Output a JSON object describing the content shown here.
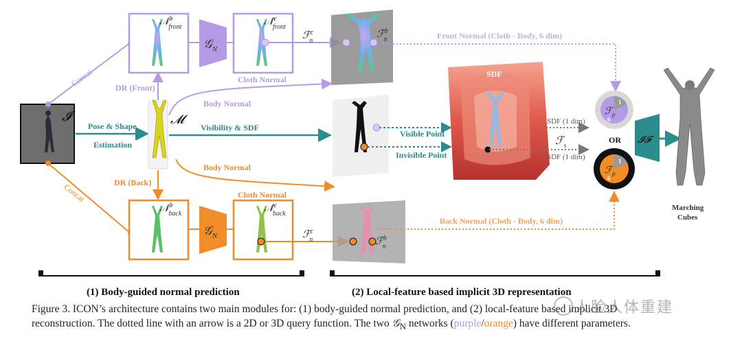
{
  "colors": {
    "purple": "#b59ae6",
    "orange": "#f28c28",
    "teal": "#2a8c8c",
    "gray": "#888888"
  },
  "labels": {
    "input_image": "𝓘",
    "mesh": "𝓜",
    "concat_top": "Concat",
    "concat_bottom": "Concat",
    "pose_shape": "Pose & Shape",
    "estimation": "Estimation",
    "dr_front": "DR (Front)",
    "dr_back": "DR (Back)",
    "body_normal_top": "Body Normal",
    "body_normal_bottom": "Body Normal",
    "visibility_sdf": "Visibility & SDF",
    "n_front_b": "𝒩",
    "n_front_b_sup": "b",
    "n_front_b_sub": "front",
    "n_front_c": "𝒩̂",
    "n_front_c_sup": "c",
    "n_front_c_sub": "front",
    "n_back_b": "𝒩",
    "n_back_b_sup": "b",
    "n_back_b_sub": "back",
    "n_back_c": "𝒩̂",
    "n_back_c_sup": "c",
    "n_back_c_sub": "back",
    "gn_top": "𝒢",
    "gn_top_sub": "N",
    "gn_bottom": "𝒢",
    "gn_bottom_sub": "N",
    "cloth_normal_top": "Cloth Normal",
    "cloth_normal_bottom": "Cloth Normal",
    "fnc_top": "ℱ",
    "fnc_top_sup": "c",
    "fnc_top_sub": "n",
    "fnb_top": "ℱ",
    "fnb_top_sup": "b",
    "fnb_top_sub": "n",
    "fnc_bottom": "ℱ",
    "fnc_bottom_sup": "c",
    "fnc_bottom_sub": "n",
    "fnb_bottom": "ℱ",
    "fnb_bottom_sup": "b",
    "fnb_bottom_sub": "n",
    "front_normal": "Front Normal (Cloth - Body, 6 dim)",
    "back_normal": "Back Normal (Cloth - Body, 6 dim)",
    "sdf": "SDF",
    "visible_point": "Visible Point",
    "invisible_point": "Invisible Point",
    "sdf_1dim_top": "SDF (1 dim)",
    "sdf_1dim_bottom": "SDF (1 dim)",
    "fs": "ℱ",
    "fs_sub": "s",
    "fp_top": "ℱ",
    "fp_top_sub": "p",
    "fp_bottom": "ℱ",
    "fp_bottom_sub": "p",
    "ring_one_top": "1",
    "ring_six_top": "6",
    "ring_one_bottom": "1",
    "ring_six_bottom": "6",
    "or": "OR",
    "if": "𝓘𝓕",
    "marching": "Marching",
    "cubes": "Cubes",
    "module1": "(1) Body-guided normal prediction",
    "module2": "(2) Local-feature based implicit 3D representation"
  },
  "caption": {
    "line1_a": "Figure 3. ICON’s architecture contains two main modules for: (1) body-guided normal prediction, and (2) local-feature based implicit 3D",
    "line2_a": "reconstruction. The dotted line with an arrow is a 2D or 3D query function. The two ",
    "gn": "𝒢",
    "gn_sub": "N",
    "line2_b": " networks (",
    "purple_word": "purple",
    "slash": "/",
    "orange_word": "orange",
    "line2_c": ") have different parameters."
  },
  "watermark": "人脸人体重建"
}
